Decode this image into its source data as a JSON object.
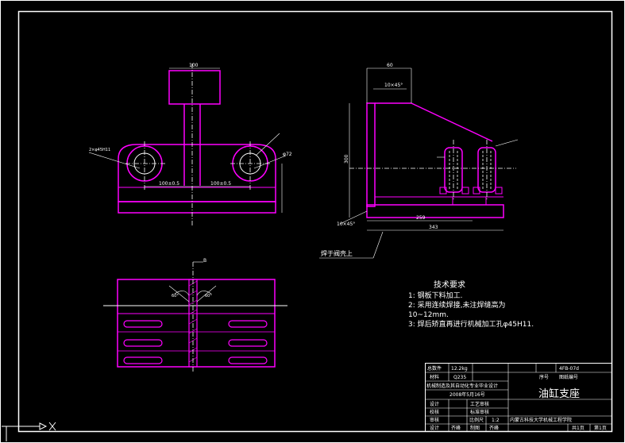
{
  "drawing": {
    "part_name": "油缸支座",
    "drawing_no": "4FB-07d",
    "tech_requirements": {
      "title": "技术要求",
      "items": [
        "1: 钢板下料加工.",
        "2: 采用连续焊接,未注焊缝高为",
        "10~12mm.",
        "3: 焊后矫直再进行机械加工孔φ45H11."
      ]
    },
    "title_block": {
      "weight_label": "总数件",
      "weight_value": "12.2kg",
      "material_label": "材料",
      "material_value": "Q235",
      "seq_label": "序号",
      "ref_label": "图纸编号",
      "course_title": "机械制造及其自动化专业毕业设计",
      "date": "2008年5月16号",
      "design_label": "设计",
      "process_label": "工艺审核",
      "check_label": "校核",
      "standard_label": "标准审核",
      "approve_label": "审核",
      "scale_label": "比例尺",
      "scale_value": "1:2",
      "school": "内蒙古科技大学机械工程学院",
      "author": "齐峰",
      "drawn_label": "制图",
      "total_sheets": "共1页",
      "sheet_no": "第1页"
    },
    "annotations": {
      "weld_note": "焊于阀壳上",
      "front_width": "100",
      "side_top": "60",
      "chamfer_top": "10×45°",
      "chamfer_bottom": "10×45°",
      "side_height": "300",
      "side_len_1": "259",
      "side_len_2": "343",
      "hole_dim_left": "2×φ45H11",
      "hole_dim_right": "φ72",
      "spacing_left": "100±0.5",
      "spacing_right": "100±0.5",
      "top_symbol": "B",
      "angle_label": "60°"
    }
  }
}
